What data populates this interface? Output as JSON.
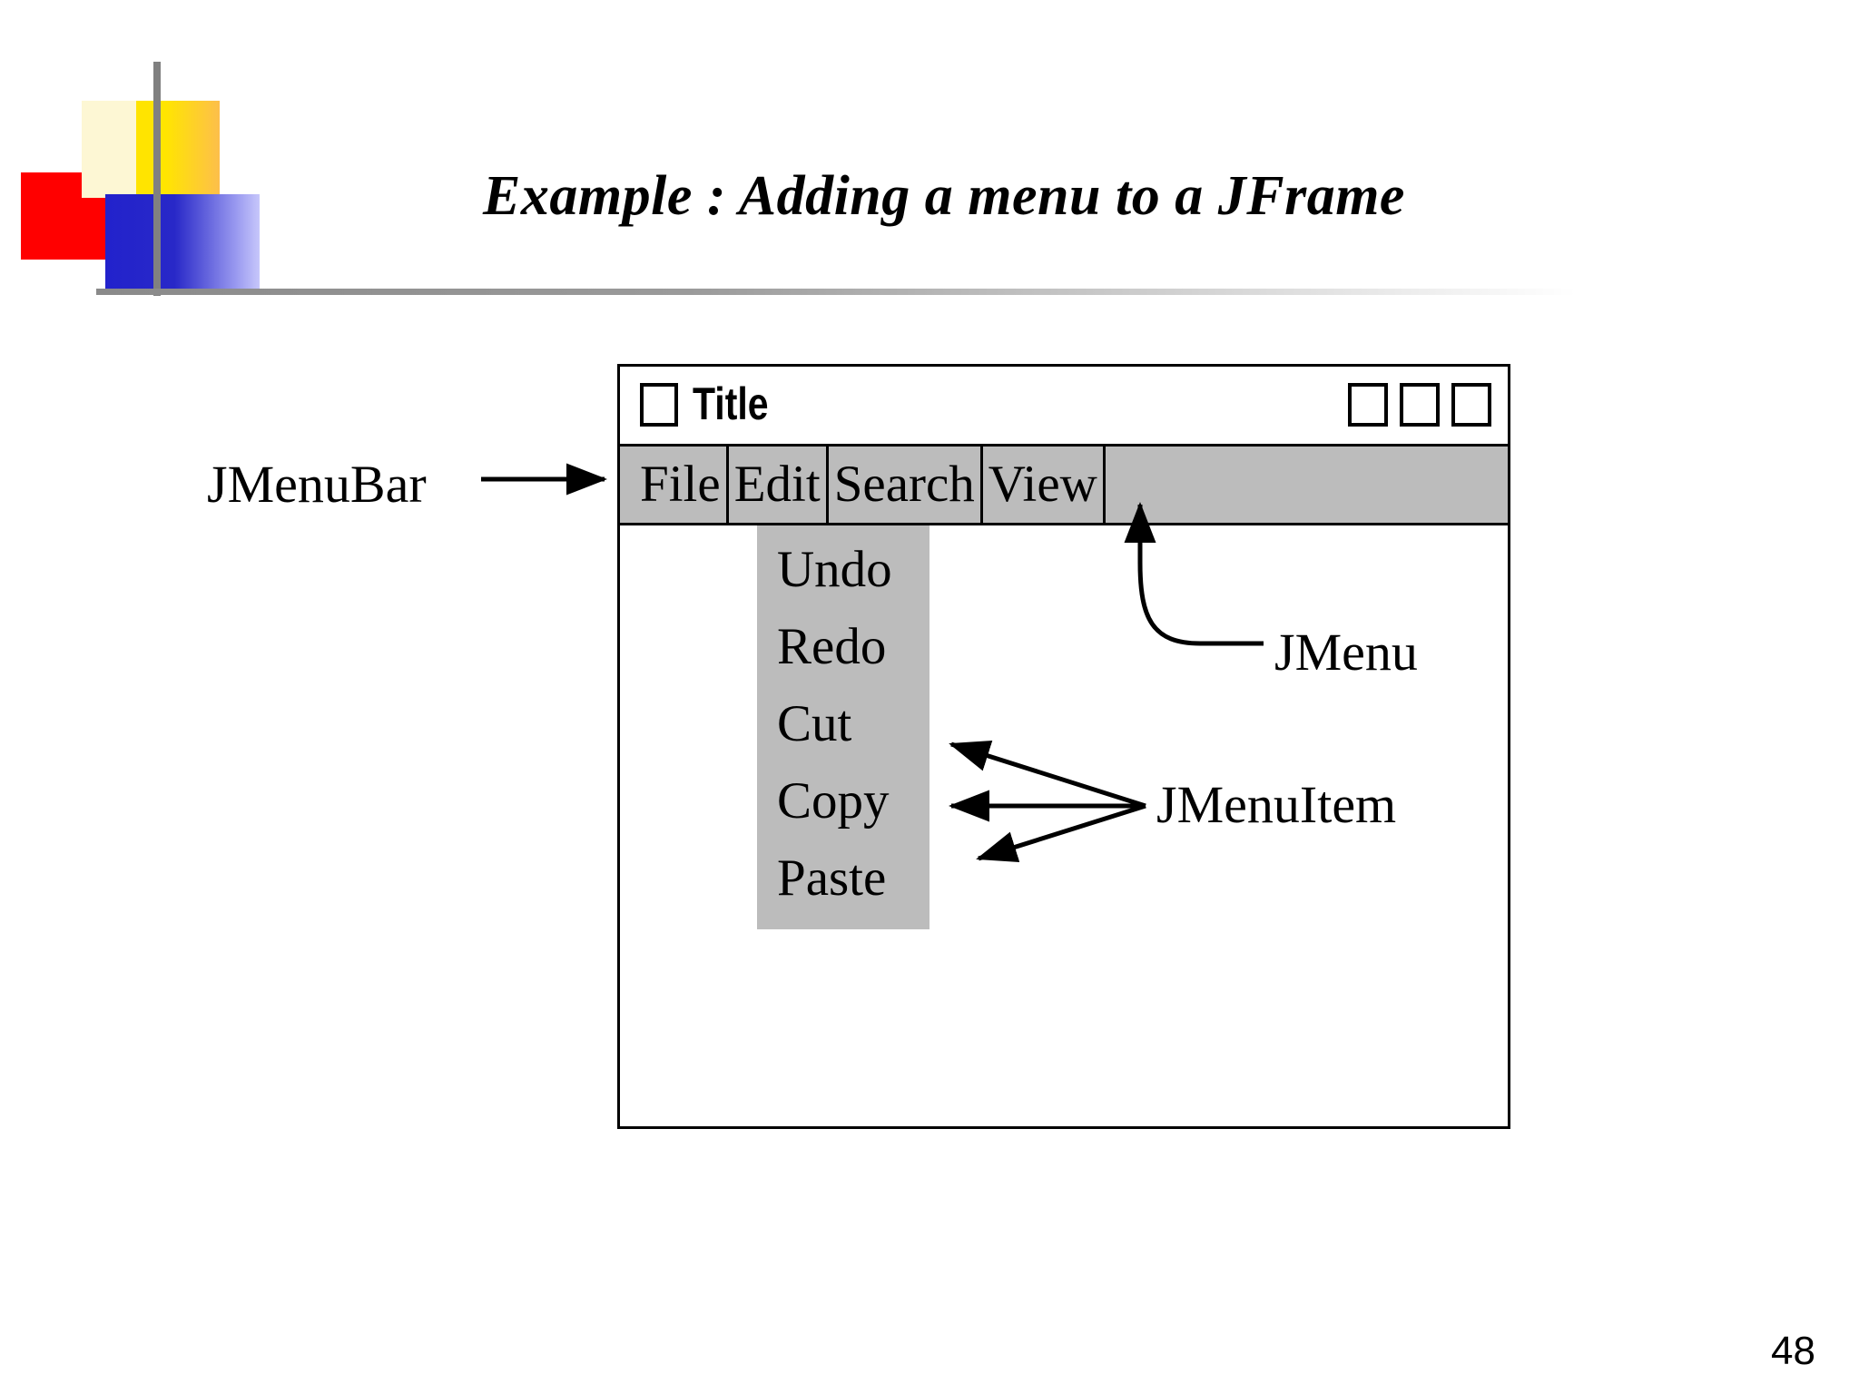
{
  "slide": {
    "title": "Example : Adding a menu to a JFrame",
    "page_number": "48"
  },
  "logo": {
    "colors": {
      "red": "#ff0000",
      "cream": "#fdf7d4",
      "yellow": "#ffe400",
      "blue": "#2222cc",
      "gray_bar": "#808080"
    }
  },
  "jframe": {
    "title": "Title",
    "window_controls": [
      "minimize-box",
      "maximize-box",
      "close-box"
    ],
    "menubar": {
      "menus": [
        {
          "label": "File"
        },
        {
          "label": "Edit"
        },
        {
          "label": "Search"
        },
        {
          "label": "View"
        }
      ],
      "background": "#bcbcbc"
    },
    "popup_menu": {
      "owner": "Edit",
      "items": [
        {
          "label": "Undo"
        },
        {
          "label": "Redo"
        },
        {
          "label": "Cut"
        },
        {
          "label": "Copy"
        },
        {
          "label": "Paste"
        }
      ],
      "background": "#bcbcbc"
    }
  },
  "annotations": [
    {
      "id": "jmenubar",
      "label": "JMenuBar",
      "arrow": "straight-right"
    },
    {
      "id": "jmenu",
      "label": "JMenu",
      "arrow": "curved-up"
    },
    {
      "id": "jmenuitem",
      "label": "JMenuItem",
      "arrow": "three-fanned-left"
    }
  ]
}
